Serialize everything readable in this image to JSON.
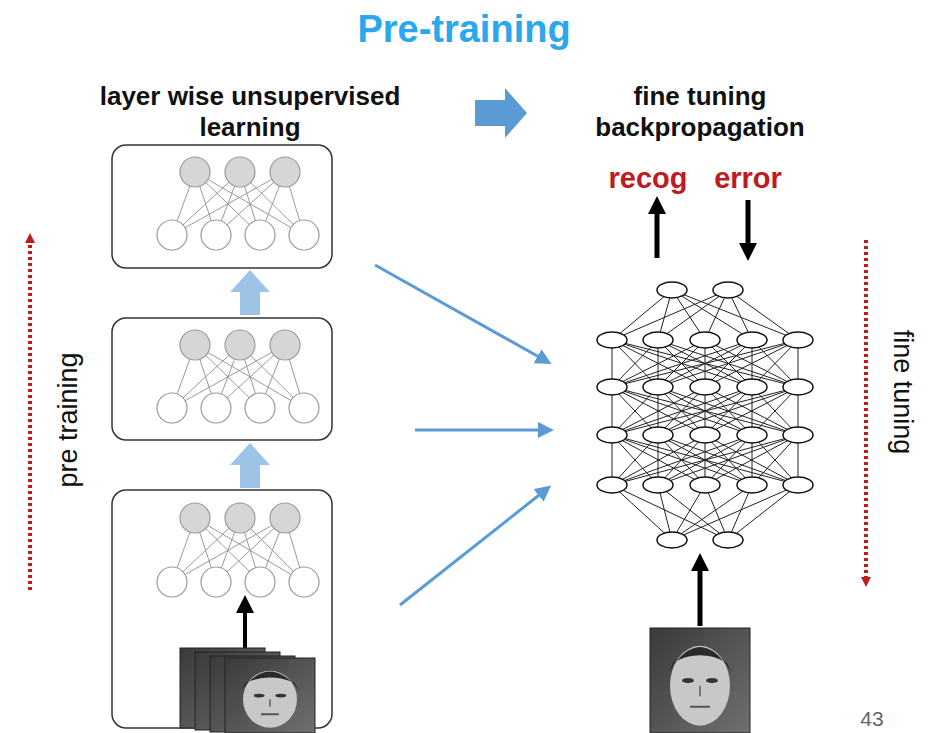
{
  "diagram": {
    "title": "Pre-training",
    "labels": [
      "layer wise unsupervised learning",
      "fine tuning backpropagation",
      "recog",
      "error",
      "pre training",
      "fine tuning",
      "43"
    ]
  }
}
